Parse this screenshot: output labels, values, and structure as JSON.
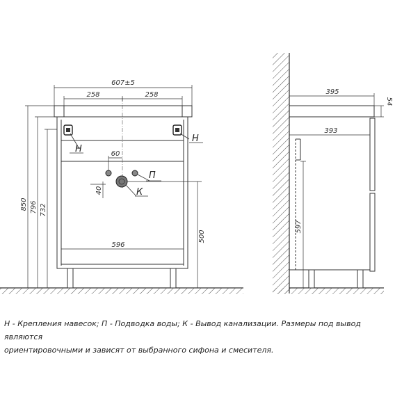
{
  "front": {
    "width_total": "607±5",
    "half_left": "258",
    "half_right": "258",
    "height_850": "850",
    "height_796": "796",
    "height_732": "732",
    "inner_width": "596",
    "drain_height": "500",
    "water_spacing": "60",
    "water_offset": "40",
    "label_mount_left": "Н",
    "label_mount_right": "Н",
    "label_water": "П",
    "label_drain": "К"
  },
  "side": {
    "depth_top": "395",
    "top_thickness": "54",
    "depth_body": "393",
    "door_height": "597"
  },
  "legend": {
    "line1": "Н - Крепления навесок; П - Подводка воды; К - Вывод канализации. Размеры под вывод являются",
    "line2": "ориентировочными и зависят от выбранного сифона и смесителя."
  }
}
